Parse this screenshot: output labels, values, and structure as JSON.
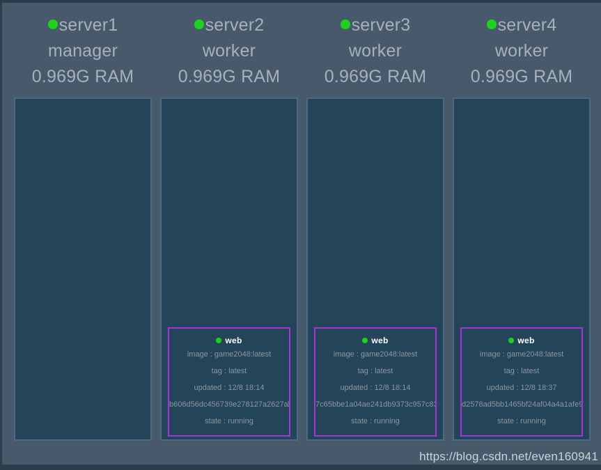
{
  "watermark": "https://blog.csdn.net/even160941",
  "colors": {
    "background": "#47596b",
    "window_frame": "#2d3c4a",
    "panel_fill": "#244459",
    "panel_border": "#4c6a82",
    "container_border": "#a335d9",
    "status_green": "#1dd21d",
    "header_text": "#a8b1ba",
    "card_text": "#8b98a2"
  },
  "nodes": [
    {
      "name": "server1",
      "role": "manager",
      "ram": "0.969G RAM",
      "containers": []
    },
    {
      "name": "server2",
      "role": "worker",
      "ram": "0.969G RAM",
      "containers": [
        {
          "name": "web",
          "image_row": "image : game2048:latest",
          "tag_row": "tag : latest",
          "updated_row": "updated : 12/8 18:14",
          "id_row": "b606d56dc456739e278127a2627ab",
          "state_row": "state : running"
        }
      ]
    },
    {
      "name": "server3",
      "role": "worker",
      "ram": "0.969G RAM",
      "containers": [
        {
          "name": "web",
          "image_row": "image : game2048:latest",
          "tag_row": "tag : latest",
          "updated_row": "updated : 12/8 18:14",
          "id_row": "7c65bbe1a04ae241db9373c957c83",
          "state_row": "state : running"
        }
      ]
    },
    {
      "name": "server4",
      "role": "worker",
      "ram": "0.969G RAM",
      "containers": [
        {
          "name": "web",
          "image_row": "image : game2048:latest",
          "tag_row": "tag : latest",
          "updated_row": "updated : 12/8 18:37",
          "id_row": "d2578ad5bb1465bf24af04a4a1afe9",
          "state_row": "state : running"
        }
      ]
    }
  ]
}
